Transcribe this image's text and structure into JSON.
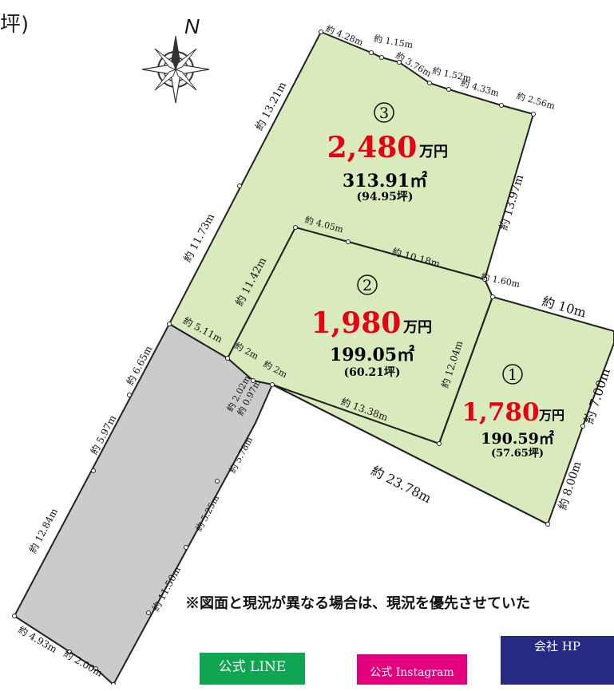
{
  "corner_text": "坪)",
  "compass_letter": "N",
  "notice": "※図面と現況が異なる場合は、現況を優先させていた",
  "lots": [
    {
      "number": "3",
      "price": "2,480",
      "price_unit": "万円",
      "area": "313.91㎡",
      "tsubo": "(94.95坪)"
    },
    {
      "number": "2",
      "price": "1,980",
      "price_unit": "万円",
      "area": "199.05㎡",
      "tsubo": "(60.21坪)"
    },
    {
      "number": "1",
      "price": "1,780",
      "price_unit": "万円",
      "area": "190.59㎡",
      "tsubo": "(57.65坪)"
    }
  ],
  "dimensions": {
    "d1": "約 4.28m",
    "d2": "約 1.15m",
    "d3": "約 3.76m",
    "d4": "約 1.52m",
    "d5": "約 4.33m",
    "d6": "約 2.56m",
    "d7": "約 13.21m",
    "d8": "約 13.97m",
    "d9": "約 11.73m",
    "d10": "約 4.05m",
    "d11": "約 10.18m",
    "d12": "約 11.42m",
    "d13": "約 1.60m",
    "d14": "約 10m",
    "d15": "約 5.11m",
    "d16": "約 2m",
    "d17": "約 2m",
    "d18": "約 12.04m",
    "d19": "約 6.65m",
    "d20": "約 2.02m",
    "d21": "約 0.97m",
    "d22": "約 7.00m",
    "d23": "約 13.38m",
    "d24": "約 5.97m",
    "d25": "約 5.78m",
    "d26": "約 23.78m",
    "d27": "約 8.00m",
    "d28": "約 5.25m",
    "d29": "約 12.84m",
    "d30": "約 11.50m",
    "d31": "約 4.93m",
    "d32": "約 2.00m"
  },
  "buttons": {
    "line": "公式 LINE",
    "instagram": "公式 Instagram",
    "hp": "会社 HP"
  },
  "colors": {
    "lot_fill": "#d9ebbd",
    "road_fill": "#cbcbce",
    "price": "#e60012",
    "line": "#0fa551",
    "instagram": "#e3007f",
    "hp": "#272a83"
  }
}
